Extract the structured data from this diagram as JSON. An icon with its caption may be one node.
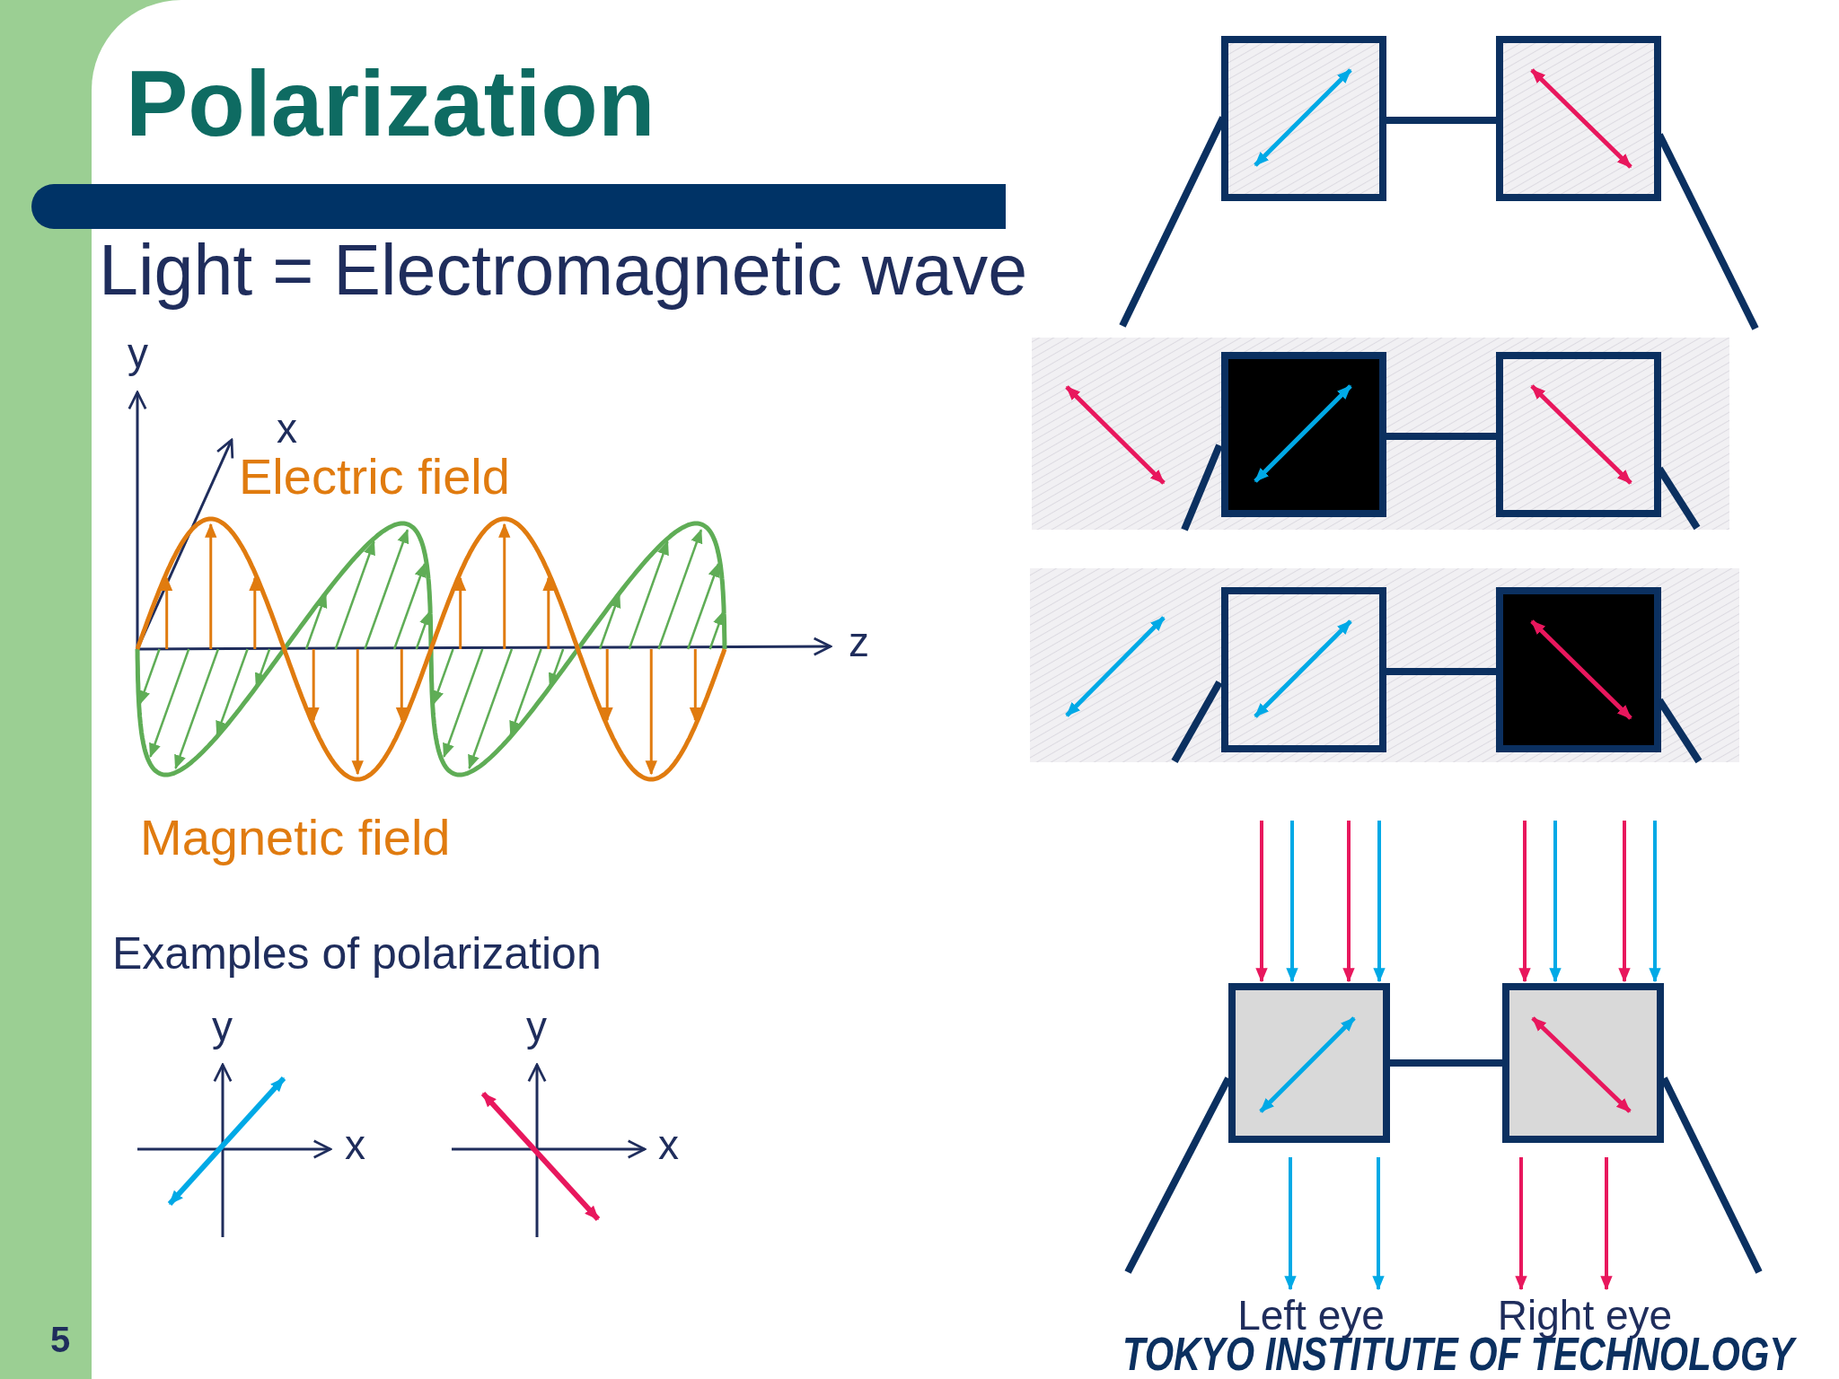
{
  "diagram": {
    "title": "Polarization",
    "nodes": [
      {
        "text": [],
        "shape": "box"
      },
      {
        "text": [],
        "shape": "box"
      },
      {
        "text": [
          "Left eye"
        ]
      },
      {
        "text": [
          "Right eye"
        ]
      }
    ],
    "edges": [
      {
        "from": 0,
        "to": 1,
        "arrow": "none",
        "style": "thick",
        "color": "#0b3060"
      },
      {
        "from": null,
        "to": 0,
        "arrow": "to",
        "color": "#e8175d"
      },
      {
        "from": null,
        "to": 0,
        "arrow": "to",
        "color": "#00a9e6"
      },
      {
        "from": null,
        "to": 0,
        "arrow": "to",
        "color": "#e8175d"
      },
      {
        "from": null,
        "to": 0,
        "arrow": "to",
        "color": "#00a9e6"
      },
      {
        "from": null,
        "to": 1,
        "arrow": "to",
        "color": "#e8175d"
      },
      {
        "from": null,
        "to": 1,
        "arrow": "to",
        "color": "#00a9e6"
      },
      {
        "from": null,
        "to": 1,
        "arrow": "to",
        "color": "#e8175d"
      },
      {
        "from": null,
        "to": 1,
        "arrow": "to",
        "color": "#00a9e6"
      },
      {
        "from": 0,
        "to": 2,
        "arrow": "to",
        "color": "#00a9e6"
      },
      {
        "from": 0,
        "to": 2,
        "arrow": "to",
        "color": "#00a9e6"
      },
      {
        "from": 1,
        "to": 3,
        "arrow": "to",
        "color": "#e8175d"
      },
      {
        "from": 1,
        "to": 3,
        "arrow": "to",
        "color": "#e8175d"
      }
    ],
    "labels": [
      "Light = Electromagnetic wave",
      "y",
      "x",
      "Electric field",
      "z",
      "Magnetic field",
      "Examples of polarization",
      "y",
      "x",
      "y",
      "x",
      "5",
      "TOKYO INSTITUTE OF TECHNOLOGY"
    ]
  }
}
